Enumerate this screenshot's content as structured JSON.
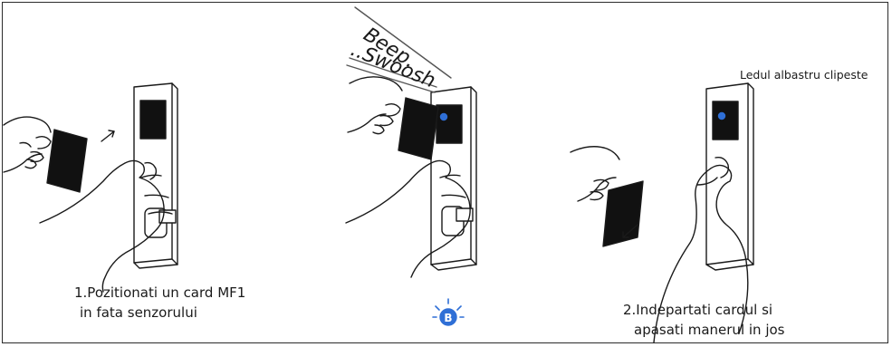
{
  "captions": {
    "step1_line1": "1.Pozitionati un card MF1",
    "step1_line2": "in fata senzorului",
    "step2_line1": "2.Indepartati cardul si",
    "step2_line2": "apasati manerul in jos"
  },
  "sounds": {
    "beep": "Beep.",
    "swoosh": "..Swoosh"
  },
  "led_note": "Ledul albastru clipeste",
  "led_badge_letter": "B",
  "colors": {
    "led_blue": "#2f6fd6",
    "card_black": "#111111",
    "line": "#1a1a1a"
  }
}
